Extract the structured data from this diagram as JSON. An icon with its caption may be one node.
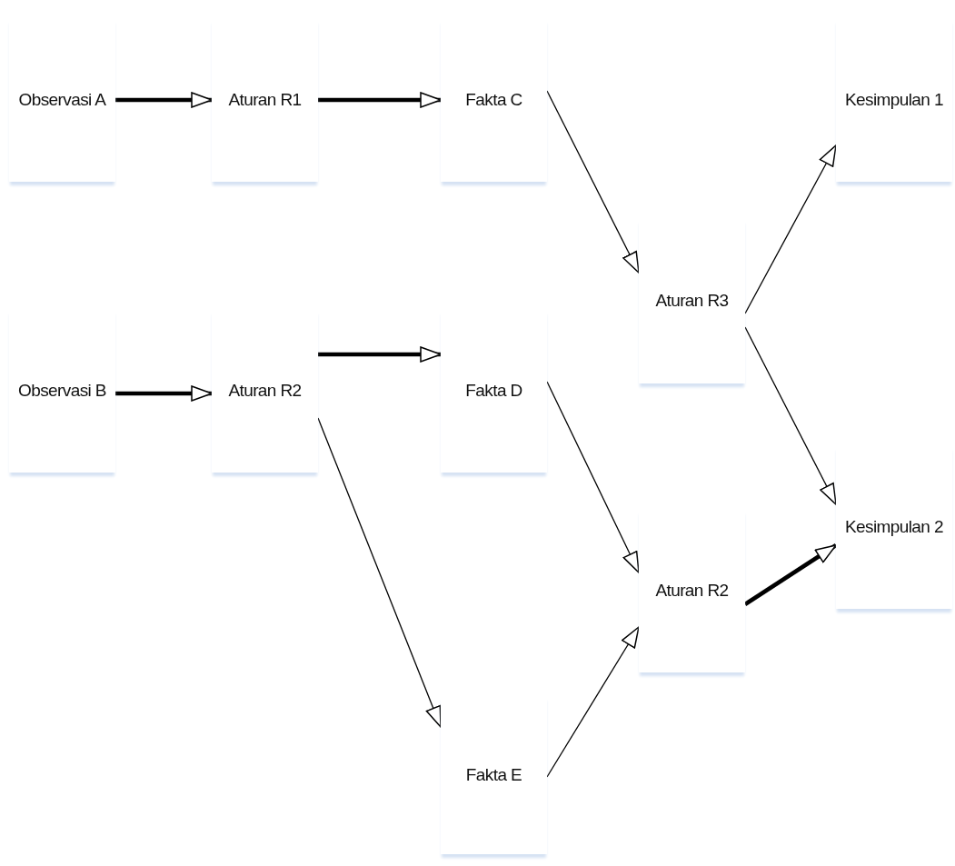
{
  "diagram": {
    "nodes": [
      {
        "text": [
          "Observasi A"
        ]
      },
      {
        "text": [
          "Aturan R1"
        ]
      },
      {
        "text": [
          "Fakta C"
        ]
      },
      {
        "text": [
          "Kesimpulan 1"
        ]
      },
      {
        "text": [
          "Aturan R3"
        ]
      },
      {
        "text": [
          "Observasi B"
        ]
      },
      {
        "text": [
          "Aturan R2"
        ]
      },
      {
        "text": [
          "Fakta D"
        ]
      },
      {
        "text": [
          "Kesimpulan 2"
        ]
      },
      {
        "text": [
          "Aturan R2"
        ]
      },
      {
        "text": [
          "Fakta E"
        ]
      }
    ],
    "edges": [
      {
        "from": 0,
        "to": 1,
        "arrow": "to",
        "style": "thick"
      },
      {
        "from": 1,
        "to": 2,
        "arrow": "to",
        "style": "thick"
      },
      {
        "from": 2,
        "to": 4,
        "arrow": "to"
      },
      {
        "from": 4,
        "to": 3,
        "arrow": "to"
      },
      {
        "from": 4,
        "to": 8,
        "arrow": "to"
      },
      {
        "from": 5,
        "to": 6,
        "arrow": "to",
        "style": "thick"
      },
      {
        "from": 6,
        "to": 7,
        "arrow": "to",
        "style": "thick"
      },
      {
        "from": 6,
        "to": 10,
        "arrow": "to"
      },
      {
        "from": 7,
        "to": 9,
        "arrow": "to"
      },
      {
        "from": 10,
        "to": 9,
        "arrow": "to"
      },
      {
        "from": 9,
        "to": 8,
        "arrow": "to",
        "style": "thick"
      }
    ]
  }
}
